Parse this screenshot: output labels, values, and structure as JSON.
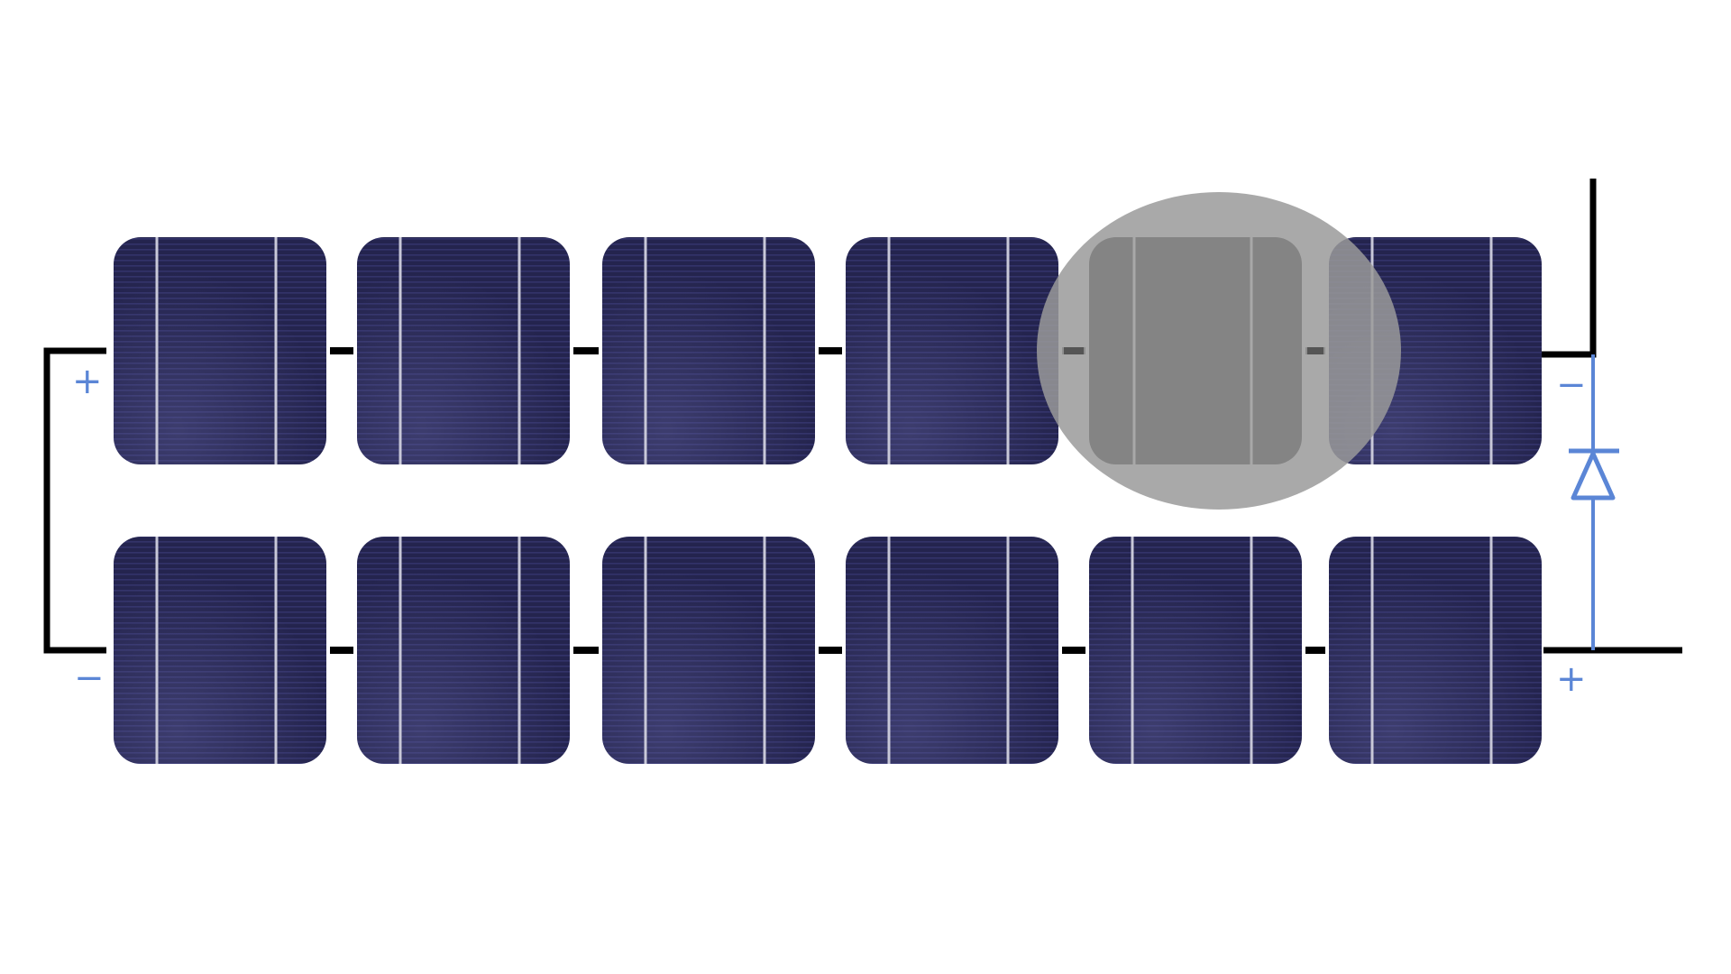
{
  "diagram": {
    "cell_rows": 2,
    "cells_per_row": 6,
    "shaded_cell": {
      "row": 1,
      "index": 5
    },
    "polarity": {
      "top_left": "+",
      "bottom_left": "−",
      "top_right": "−",
      "bottom_right": "+"
    },
    "colors": {
      "cell_fill": "#24244e",
      "busbar": "#c8c8d8",
      "wire": "#000000",
      "bypass_diode": "#5b86d6",
      "shade": "#9a9a9a",
      "background": "#ffffff"
    }
  }
}
